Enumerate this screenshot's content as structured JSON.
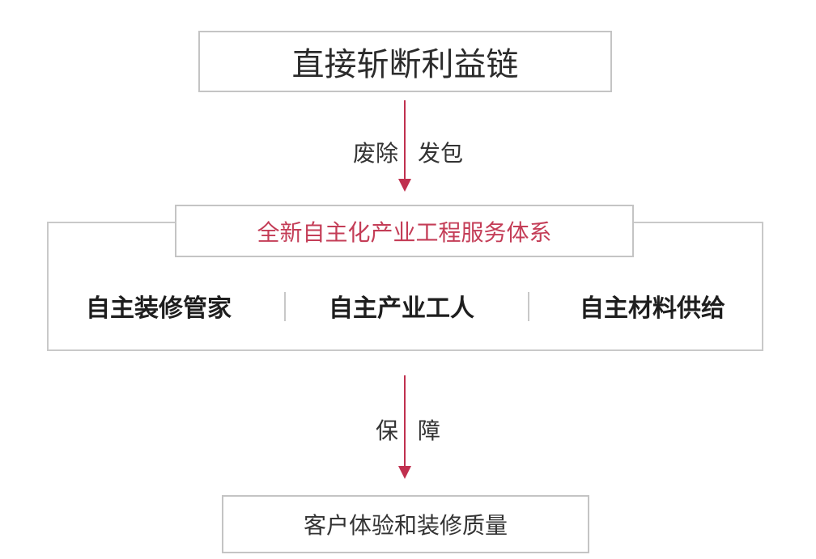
{
  "top_box": {
    "text": "直接斩断利益链"
  },
  "arrow_1": {
    "left_label": "废除",
    "right_label": "发包"
  },
  "system": {
    "title": "全新自主化产业工程服务体系",
    "pillars": [
      "自主装修管家",
      "自主产业工人",
      "自主材料供给"
    ]
  },
  "arrow_2": {
    "left_label": "保",
    "right_label": "障"
  },
  "bottom_box": {
    "text": "客户体验和装修质量"
  },
  "colors": {
    "accent": "#c0304f",
    "title_text": "#c43d57",
    "border": "#c4c4c4"
  }
}
